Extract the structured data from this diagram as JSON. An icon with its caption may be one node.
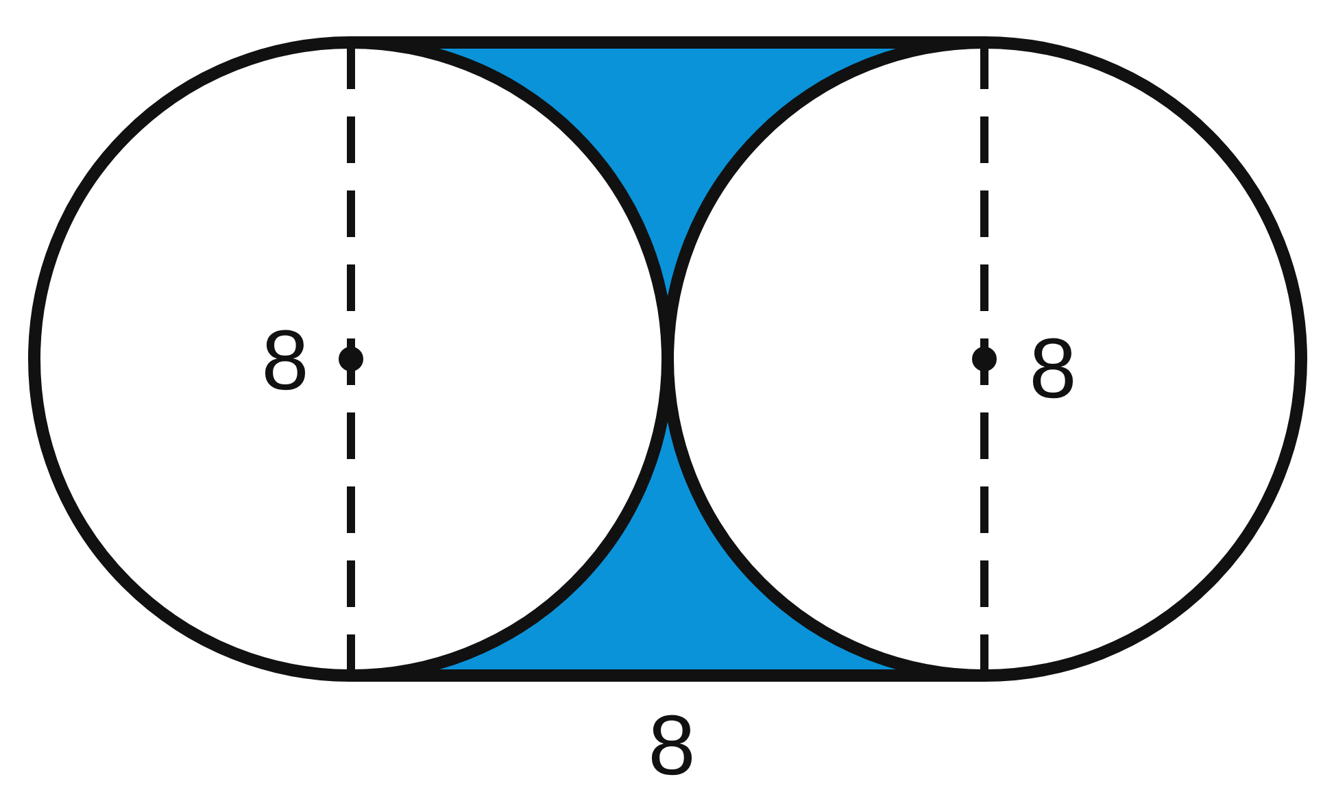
{
  "diagram": {
    "labels": [
      "8",
      "8",
      "8"
    ]
  }
}
